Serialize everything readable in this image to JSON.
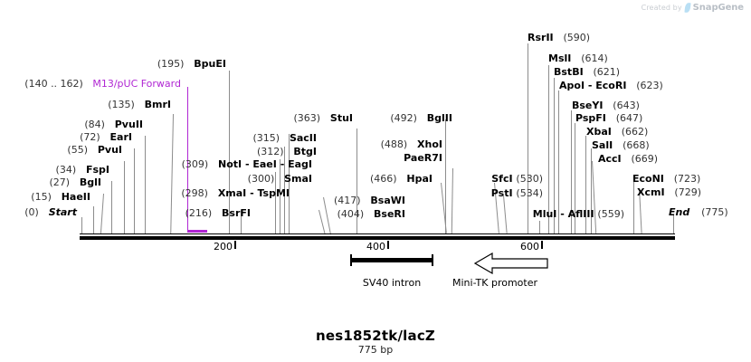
{
  "watermark": {
    "prefix": "Created by",
    "brand": "SnapGene",
    "leaf_color": "#b9dff4",
    "text_color": "#c4c9ce"
  },
  "title": "nes1852tk/lacZ",
  "subtitle": "775 bp",
  "sequence": {
    "length_bp": 775,
    "start_label": "Start",
    "end_label": "End",
    "start_pos": "(0)",
    "end_pos": "(775)"
  },
  "ruler": {
    "ticks": [
      {
        "label": "200",
        "value": 200
      },
      {
        "label": "400",
        "value": 400
      },
      {
        "label": "600",
        "value": 600
      }
    ],
    "range": [
      0,
      775
    ],
    "color": "#000000"
  },
  "primer": {
    "name": "M13/pUC Forward",
    "range_label": "(140 .. 162)",
    "start": 140,
    "end": 162,
    "color": "#b026d3"
  },
  "features": [
    {
      "name": "SV40 intron",
      "start": 401,
      "end": 470,
      "style": "bar"
    },
    {
      "name": "Mini-TK promoter",
      "start": 505,
      "end": 575,
      "style": "arrow-left"
    }
  ],
  "sites_left": [
    {
      "pos": "(140 .. 162)",
      "name": "M13/pUC Forward",
      "purple": true
    },
    {
      "pos": "(135)",
      "name": "BmrI"
    },
    {
      "pos": "(84)",
      "name": "PvuII"
    },
    {
      "pos": "(72)",
      "name": "EarI"
    },
    {
      "pos": "(55)",
      "name": "PvuI"
    },
    {
      "pos": "(34)",
      "name": "FspI"
    },
    {
      "pos": "(27)",
      "name": "BglI"
    },
    {
      "pos": "(15)",
      "name": "HaeII"
    },
    {
      "pos": "(0)",
      "name": "Start"
    },
    {
      "pos": "(195)",
      "name": "BpuEI"
    },
    {
      "pos": "(309)",
      "name": "NotI - EaeI - EagI"
    },
    {
      "pos": "(300)",
      "name": "SmaI"
    },
    {
      "pos": "(298)",
      "name": "XmaI - TspMI"
    },
    {
      "pos": "(216)",
      "name": "BsrFI"
    },
    {
      "pos": "(315)",
      "name": "SacII"
    },
    {
      "pos": "(312)",
      "name": "BtgI"
    },
    {
      "pos": "(363)",
      "name": "StuI"
    },
    {
      "pos": "(417)",
      "name": "BsaWI"
    },
    {
      "pos": "(404)",
      "name": "BseRI"
    },
    {
      "pos": "(492)",
      "name": "BglII"
    },
    {
      "pos": "(488)",
      "name": "XhoI"
    },
    {
      "pos": "",
      "name": "PaeR7I"
    },
    {
      "pos": "(466)",
      "name": "HpaI"
    },
    {
      "pos": "(530)",
      "name": "SfcI"
    },
    {
      "pos": "(534)",
      "name": "PstI"
    },
    {
      "pos": "(559)",
      "name": "MluI - AflIII"
    }
  ],
  "sites_right": [
    {
      "name": "RsrII",
      "pos": "(590)"
    },
    {
      "name": "MslI",
      "pos": "(614)"
    },
    {
      "name": "BstBI",
      "pos": "(621)"
    },
    {
      "name": "ApoI - EcoRI",
      "pos": "(623)"
    },
    {
      "name": "BseYI",
      "pos": "(643)"
    },
    {
      "name": "PspFI",
      "pos": "(647)"
    },
    {
      "name": "XbaI",
      "pos": "(662)"
    },
    {
      "name": "SalI",
      "pos": "(668)"
    },
    {
      "name": "AccI",
      "pos": "(669)"
    },
    {
      "name": "EcoNI",
      "pos": "(723)"
    },
    {
      "name": "XcmI",
      "pos": "(729)"
    },
    {
      "name": "End",
      "pos": "(775)"
    }
  ],
  "labels": {
    "l_m13": {
      "pos": "(140 .. 162)",
      "name": "M13/pUC Forward"
    },
    "l_bpuei": {
      "pos": "(195)",
      "name": "BpuEI"
    },
    "l_bmri": {
      "pos": "(135)",
      "name": "BmrI"
    },
    "l_pvuii": {
      "pos": "(84)",
      "name": "PvuII"
    },
    "l_eari": {
      "pos": "(72)",
      "name": "EarI"
    },
    "l_pvui": {
      "pos": "(55)",
      "name": "PvuI"
    },
    "l_fspi": {
      "pos": "(34)",
      "name": "FspI"
    },
    "l_bgli": {
      "pos": "(27)",
      "name": "BglI"
    },
    "l_haeii": {
      "pos": "(15)",
      "name": "HaeII"
    },
    "l_start": {
      "pos": "(0)",
      "name": "Start"
    },
    "l_noti": {
      "pos": "(309)",
      "name": "NotI - EaeI - EagI"
    },
    "l_smai": {
      "pos": "(300)",
      "name": "SmaI"
    },
    "l_xmai": {
      "pos": "(298)",
      "name": "XmaI - TspMI"
    },
    "l_bsrfi": {
      "pos": "(216)",
      "name": "BsrFI"
    },
    "l_sacii": {
      "pos": "(315)",
      "name": "SacII"
    },
    "l_btgi": {
      "pos": "(312)",
      "name": "BtgI"
    },
    "l_stui": {
      "pos": "(363)",
      "name": "StuI"
    },
    "l_bsawi": {
      "pos": "(417)",
      "name": "BsaWI"
    },
    "l_bseri": {
      "pos": "(404)",
      "name": "BseRI"
    },
    "l_bglii": {
      "pos": "(492)",
      "name": "BglII"
    },
    "l_xhoi": {
      "pos": "(488)",
      "name": "XhoI"
    },
    "l_paer7i": {
      "pos": "",
      "name": "PaeR7I"
    },
    "l_hpai": {
      "pos": "(466)",
      "name": "HpaI"
    },
    "l_sfci": {
      "pos": "(530)",
      "name": "SfcI"
    },
    "l_psti": {
      "pos": "(534)",
      "name": "PstI"
    },
    "l_mlui": {
      "pos": "(559)",
      "name": "MluI - AflIII"
    },
    "l_rsrii": {
      "pos": "(590)",
      "name": "RsrII"
    },
    "l_msli": {
      "pos": "(614)",
      "name": "MslI"
    },
    "l_bstbi": {
      "pos": "(621)",
      "name": "BstBI"
    },
    "l_apoi": {
      "pos": "(623)",
      "name": "ApoI - EcoRI"
    },
    "l_bseyi": {
      "pos": "(643)",
      "name": "BseYI"
    },
    "l_pspfi": {
      "pos": "(647)",
      "name": "PspFI"
    },
    "l_xbai": {
      "pos": "(662)",
      "name": "XbaI"
    },
    "l_sali": {
      "pos": "(668)",
      "name": "SalI"
    },
    "l_acci": {
      "pos": "(669)",
      "name": "AccI"
    },
    "l_econi": {
      "pos": "(723)",
      "name": "EcoNI"
    },
    "l_xcmi": {
      "pos": "(729)",
      "name": "XcmI"
    },
    "l_end": {
      "pos": "(775)",
      "name": "End"
    },
    "f_sv40": {
      "name": "SV40 intron"
    },
    "f_minitk": {
      "name": "Mini-TK promoter"
    },
    "t_200": {
      "name": "200"
    },
    "t_400": {
      "name": "400"
    },
    "t_600": {
      "name": "600"
    }
  }
}
